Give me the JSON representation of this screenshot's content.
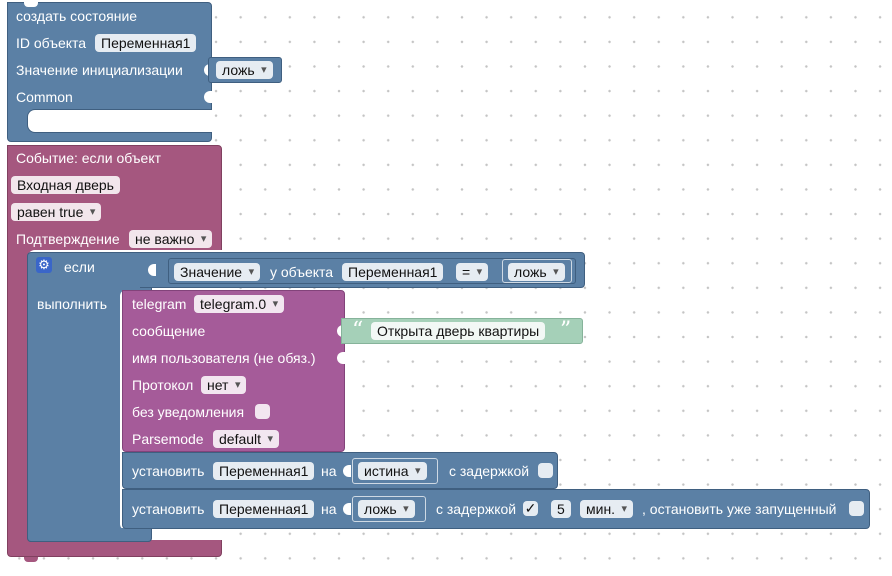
{
  "create_state": {
    "title": "создать состояние",
    "id_label": "ID объекта",
    "id_value": "Переменная1",
    "init_label": "Значение инициализации",
    "init_value": "ложь",
    "common_label": "Common"
  },
  "event": {
    "title": "Событие: если объект",
    "object": "Входная дверь",
    "condition": "равен true",
    "ack_label": "Подтверждение",
    "ack_value": "не важно"
  },
  "if_block": {
    "if_label": "если",
    "do_label": "выполнить",
    "compare": {
      "attr": "Значение",
      "of_object_label": "у объекта",
      "object": "Переменная1",
      "operator": "=",
      "value": "ложь"
    }
  },
  "telegram": {
    "label": "telegram",
    "instance": "telegram.0",
    "message_label": "сообщение",
    "message_text": "Открыта дверь квартиры",
    "username_label": "имя пользователя (не обяз.)",
    "protocol_label": "Протокол",
    "protocol_value": "нет",
    "silent_label": "без уведомления",
    "parsemode_label": "Parsemode",
    "parsemode_value": "default"
  },
  "set1": {
    "label": "установить",
    "object": "Переменная1",
    "to_label": "на",
    "value": "истина",
    "delay_label": "с задержкой"
  },
  "set2": {
    "label": "установить",
    "object": "Переменная1",
    "to_label": "на",
    "value": "ложь",
    "delay_label": "с задержкой",
    "delay_check": "✓",
    "delay_amount": "5",
    "delay_unit": "мин.",
    "stop_label": ", остановить уже запущенный"
  },
  "colors": {
    "state_block": "#5b80a5",
    "event_block": "#a5577f",
    "logic_block": "#5b80a5",
    "telegram_block": "#a55b99",
    "text_block": "#a5d0b8",
    "canvas_dot": "#c4c4c4"
  },
  "icons": {
    "gear": "gear-icon",
    "quote_open": "quote-open-icon",
    "quote_close": "quote-close-icon"
  }
}
